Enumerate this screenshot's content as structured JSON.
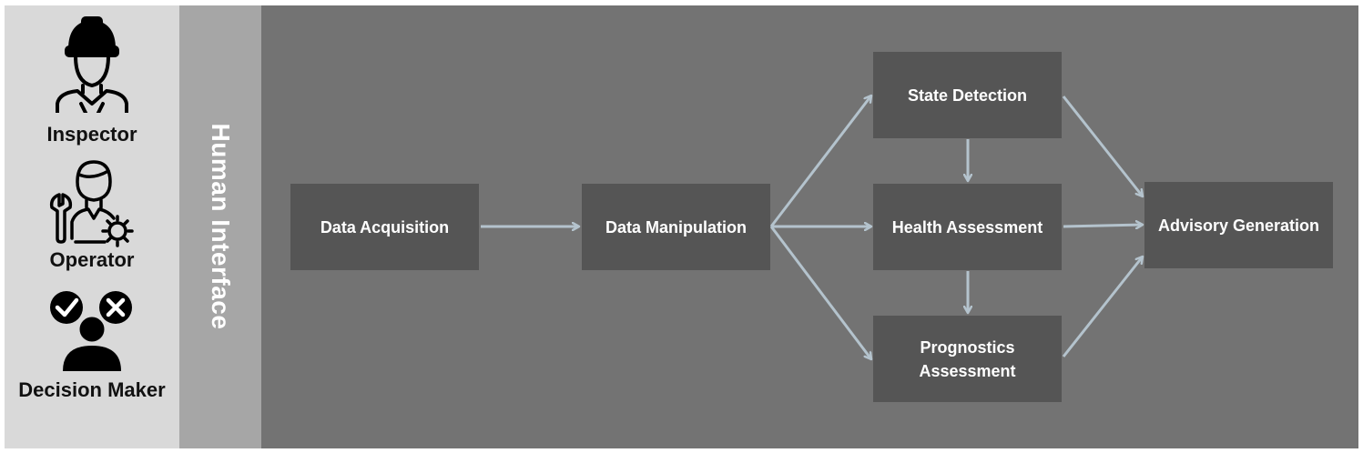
{
  "roles": [
    {
      "label": "Inspector",
      "icon": "hard-hat-worker-icon"
    },
    {
      "label": "Operator",
      "icon": "operator-wrench-gear-icon"
    },
    {
      "label": "Decision Maker",
      "icon": "decision-maker-check-cross-icon"
    }
  ],
  "interface_label": "Human Interface",
  "nodes": {
    "data_acquisition": "Data Acquisition",
    "data_manipulation": "Data Manipulation",
    "state_detection": "State Detection",
    "health_assessment": "Health Assessment",
    "prognostics_assessment": "Prognostics Assessment",
    "advisory_generation": "Advisory Generation"
  },
  "edges": [
    [
      "data_acquisition",
      "data_manipulation"
    ],
    [
      "data_manipulation",
      "state_detection"
    ],
    [
      "data_manipulation",
      "health_assessment"
    ],
    [
      "data_manipulation",
      "prognostics_assessment"
    ],
    [
      "state_detection",
      "health_assessment"
    ],
    [
      "health_assessment",
      "prognostics_assessment"
    ],
    [
      "state_detection",
      "advisory_generation"
    ],
    [
      "health_assessment",
      "advisory_generation"
    ],
    [
      "prognostics_assessment",
      "advisory_generation"
    ]
  ],
  "colors": {
    "roles_panel": "#d9d9d9",
    "interface_band": "#a6a6a6",
    "flow_background": "#737373",
    "node_fill": "#555555",
    "arrow": "#b4c3cd",
    "text_light": "#ffffff",
    "text_dark": "#111111"
  }
}
